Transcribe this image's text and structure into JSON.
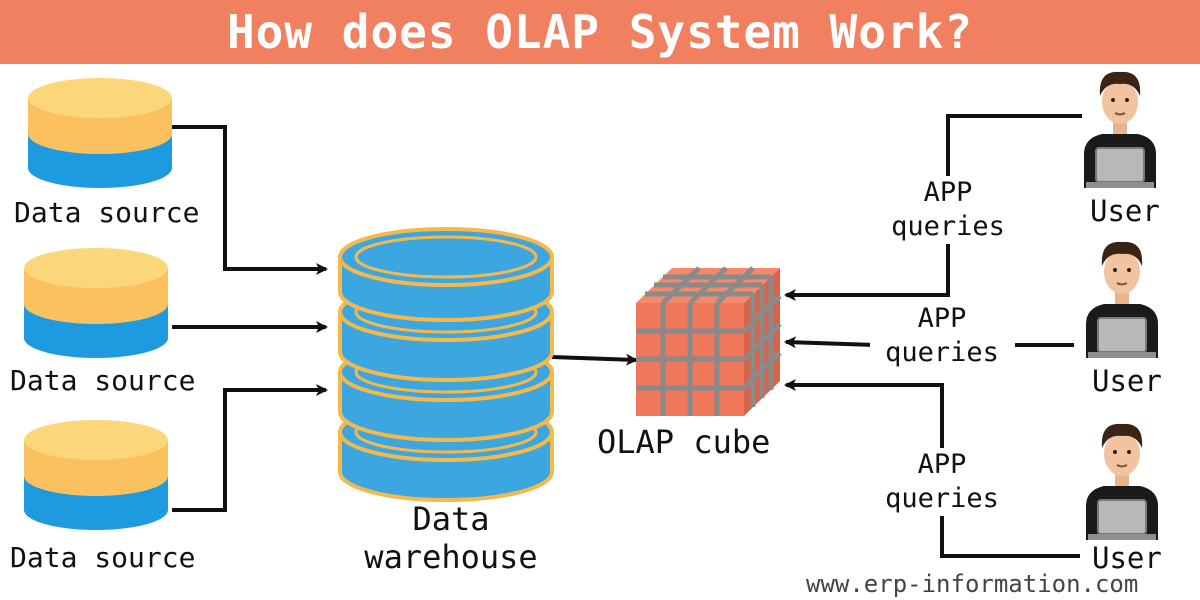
{
  "title": "How does OLAP System Work?",
  "sources": [
    "Data source",
    "Data source",
    "Data source"
  ],
  "warehouse": {
    "line1": "Data",
    "line2": "warehouse"
  },
  "cube": {
    "label": "OLAP cube"
  },
  "queries": [
    {
      "line1": "APP",
      "line2": "queries"
    },
    {
      "line1": "APP",
      "line2": "queries"
    },
    {
      "line1": "APP",
      "line2": "queries"
    }
  ],
  "users": [
    "User",
    "User",
    "User"
  ],
  "website": "www.erp-information.com",
  "colors": {
    "banner": "#f08060",
    "cylinder_top": "#fbc15e",
    "cylinder_bottom": "#1e9be0",
    "warehouse_fill": "#3ba6e0",
    "warehouse_outline": "#f5b84a",
    "cube_fill": "#f0775a",
    "cube_grid": "#8a8a8a",
    "arrow": "#111111"
  }
}
